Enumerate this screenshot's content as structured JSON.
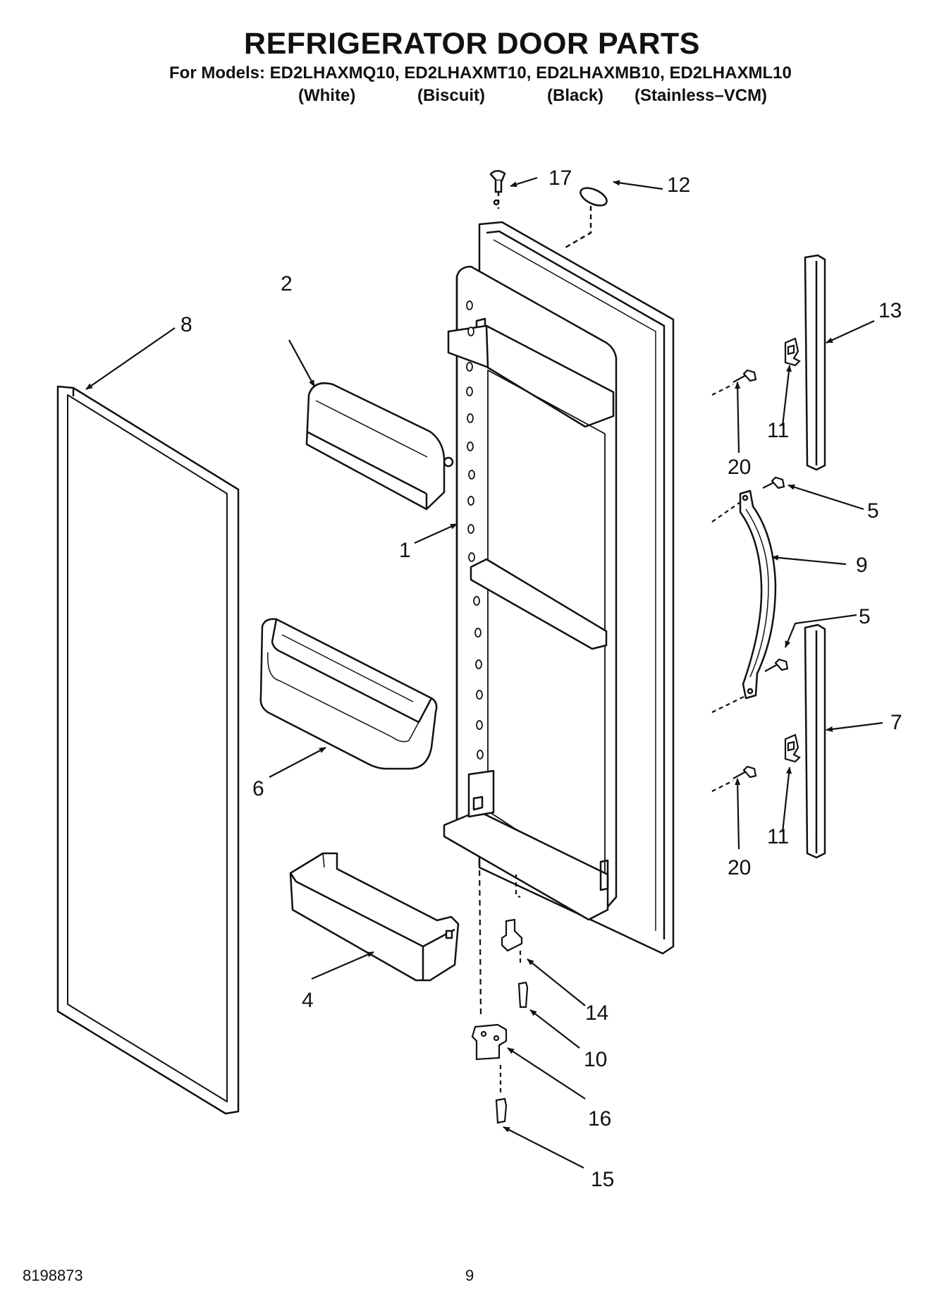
{
  "header": {
    "title": "REFRIGERATOR DOOR PARTS",
    "models_line": "For Models: ED2LHAXMQ10, ED2LHAXMT10, ED2LHAXMB10, ED2LHAXML10",
    "colors": [
      "(White)",
      "(Biscuit)",
      "(Black)",
      "(Stainless–VCM)"
    ]
  },
  "callouts": {
    "door_liner": "1",
    "dairy_door": "2",
    "bin_bottom": "4",
    "screw_upper": "5",
    "screw_lower": "5",
    "door_bin": "6",
    "trim_lower": "7",
    "gasket": "8",
    "handle": "9",
    "hinge_screw": "10",
    "clip_upper": "11",
    "clip_lower": "11",
    "plug": "12",
    "trim_upper": "13",
    "hinge_pin": "14",
    "hinge_bolt": "15",
    "hinge": "16",
    "bushing": "17",
    "screw_clip_upper": "20",
    "screw_clip_lower": "20"
  },
  "footer": {
    "doc_number": "8198873",
    "page_number": "9"
  }
}
